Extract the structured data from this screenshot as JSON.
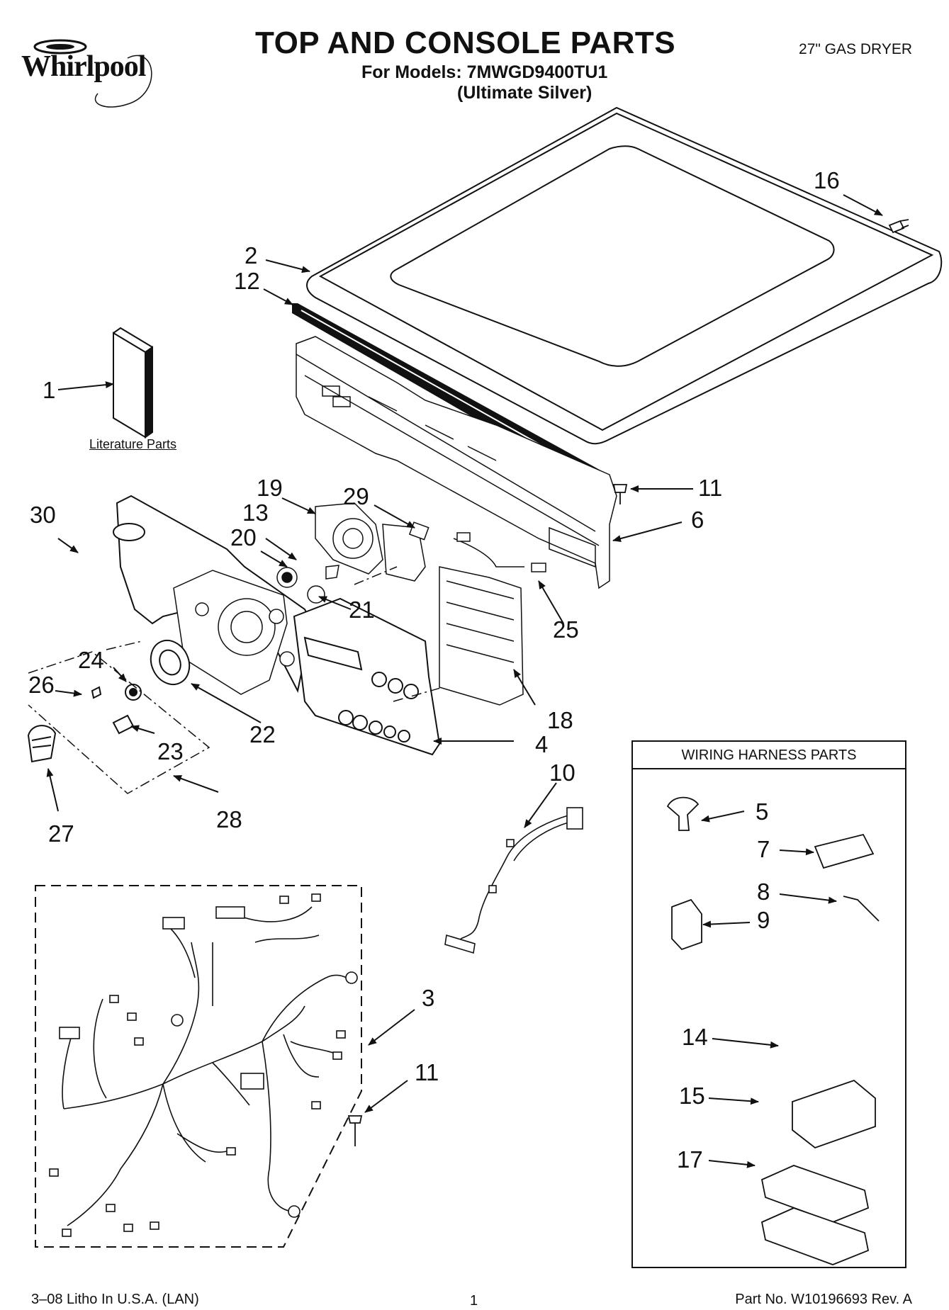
{
  "header": {
    "brand": "Whirlpool",
    "title": "TOP AND CONSOLE PARTS",
    "models": "For Models: 7MWGD9400TU1",
    "variant": "(Ultimate Silver)",
    "product": "27\" GAS DRYER"
  },
  "literature_label": "Literature Parts",
  "wiring_box_title": "WIRING HARNESS PARTS",
  "callouts": [
    "1",
    "2",
    "3",
    "4",
    "5",
    "6",
    "7",
    "8",
    "9",
    "10",
    "11",
    "11",
    "12",
    "13",
    "14",
    "15",
    "16",
    "17",
    "18",
    "19",
    "20",
    "21",
    "22",
    "23",
    "24",
    "25",
    "26",
    "27",
    "28",
    "29",
    "30"
  ],
  "footer": {
    "left": "3–08 Litho In U.S.A. (LAN)",
    "page": "1",
    "right": "Part No. W10196693 Rev. A"
  },
  "colors": {
    "ink": "#111111",
    "paper": "#ffffff",
    "shade": "#e6e6e6"
  }
}
